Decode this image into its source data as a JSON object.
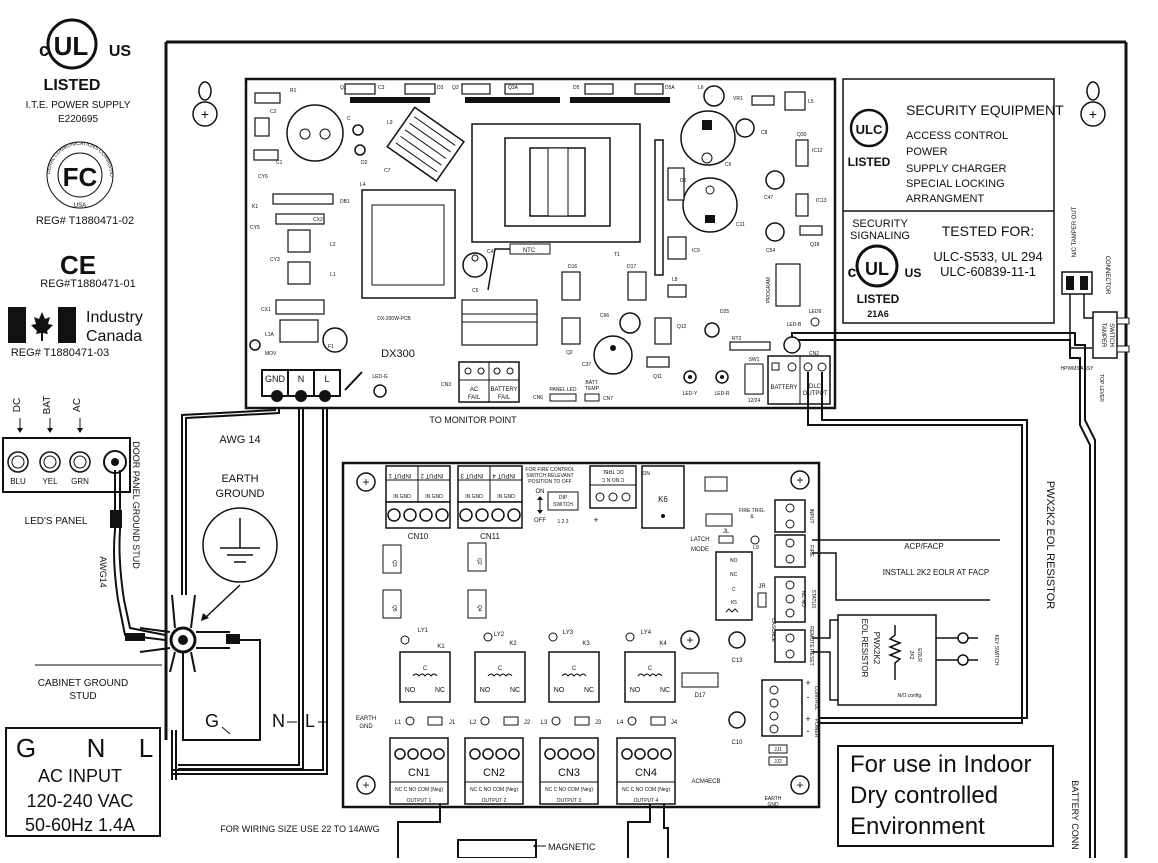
{
  "logos": {
    "cul_left": {
      "c": "c",
      "ul": "UL",
      "us": "US",
      "listed": "LISTED"
    },
    "ite_line1": "I.T.E. POWER SUPPLY",
    "ite_line2": "E220695",
    "fcc": {
      "ring": "FEDERAL COMMUNICATIONS COMMISSION",
      "usa": "USA",
      "mark": "FC"
    },
    "fcc_reg": "REG# T1880471-02",
    "ce_mark": "CE",
    "ce_reg": "REG#T1880471-01",
    "ic_line1": "Industry",
    "ic_line2": "Canada",
    "ic_reg": "REG# T1880471-03"
  },
  "led_panel": {
    "arrows": [
      "DC",
      "BAT",
      "AC"
    ],
    "leds": [
      "BLU",
      "YEL",
      "GRN"
    ],
    "title": "LED'S PANEL",
    "door_stud": "DOOR PANEL GROUND STUD",
    "awg": "AWG14"
  },
  "ground": {
    "earth_line1": "EARTH",
    "earth_line2": "GROUND",
    "awg14": "AWG 14",
    "cabinet_line1": "CABINET GROUND",
    "cabinet_line2": "STUD",
    "g": "G",
    "n": "N",
    "l": "L"
  },
  "ac_input": {
    "g": "G",
    "n": "N",
    "l": "L",
    "line1": "AC INPUT",
    "line2": "120-240 VAC",
    "line3": "50-60Hz 1.4A"
  },
  "dx300": {
    "model": "DX300",
    "pcb": "DX-200W-PCB",
    "terminals": [
      "GND",
      "N",
      "L"
    ],
    "monitor": "TO MONITOR POINT",
    "ac_fail": [
      "AC",
      "FAIL"
    ],
    "battery_fail": [
      "BATTERY",
      "FAIL"
    ],
    "cn3": "CN3",
    "cn6": "CN6",
    "panel_led": "PANEL LED",
    "batt_temp": [
      "BATT.",
      "TEMP"
    ],
    "cn7": "CN7",
    "battery": "BATTERY",
    "dlc": [
      "DLC",
      "OUTPUT"
    ],
    "sw1": "SW1",
    "v1224": "12/24",
    "cn2": "CN2",
    "led_y": "LED-Y",
    "led_r": "LED-R",
    "led_g": "LED-G",
    "led_b": "LED-B",
    "led9": "LED9",
    "program": "PROGRAM",
    "ntc": "NTC",
    "labels": [
      "R1",
      "Q1",
      "C3",
      "D3",
      "Q3",
      "Q3A",
      "D5",
      "D5A",
      "L6",
      "VR1",
      "L5",
      "C2",
      "C",
      "Q30",
      "IC12",
      "C1",
      "D2",
      "C7",
      "L9",
      "C8",
      "C6",
      "CY6",
      "DB1",
      "L4",
      "K1",
      "CX2",
      "IC13",
      "CY5",
      "D6",
      "L2",
      "C47",
      "Q18",
      "CY3",
      "L1",
      "C4",
      "C11",
      "IC9",
      "T1",
      "C54",
      "D16",
      "D17",
      "C5",
      "L8",
      "CX1",
      "D25",
      "C66",
      "Q12",
      "RT2",
      "L1A",
      "F1",
      "MOV",
      "C37",
      "Q11",
      "Q2"
    ]
  },
  "ulc_box": {
    "ulc": "ULC",
    "listed": "LISTED",
    "title": "SECURITY EQUIPMENT",
    "items": [
      "ACCESS CONTROL",
      "POWER",
      "SUPPLY CHARGER",
      "SPECIAL LOCKING",
      "ARRANGMENT"
    ],
    "signal1": "SECURITY",
    "signal2": "SIGNALING",
    "tested": "TESTED FOR:",
    "std1": "ULC-S533, UL 294",
    "std2": "ULC-60839-11-1",
    "c": "c",
    "ul": "UL",
    "us": "US",
    "listed2": "LISTED",
    "code": "21A6"
  },
  "tamper": {
    "out": "N/C TAMPER OUT",
    "connector": "CONNECTOR",
    "switch": [
      "TAMPER",
      "SWITCH"
    ],
    "hpwm": "HPWM3 ASSY",
    "top": "TOP LEVER"
  },
  "acm": {
    "model": "ACM4ECB",
    "input_labels": [
      "INPUT 1",
      "INPUT 2",
      "INPUT 3",
      "INPUT 4"
    ],
    "in_gnd": "IN GND",
    "cn10": "CN10",
    "cn11": "CN11",
    "fire_note": [
      "FOR FIRE CONTROL",
      "SWITCH RELEVANT",
      "POSITION TO OFF"
    ],
    "on": "ON",
    "off": "OFF",
    "dip": [
      "DIP",
      "SWITCH"
    ],
    "dip_nums": "1 2 3",
    "dc_trbl": [
      "DC TRBL",
      "C  NO  N C"
    ],
    "k6": "K6",
    "fire_trig": [
      "FIRE TRIG.",
      "&"
    ],
    "jl": "JL",
    "l9": "L9",
    "latch": [
      "LATCH",
      "MODE"
    ],
    "k5_labels": [
      "NO",
      "NC",
      "C",
      "K5"
    ],
    "jr": "JR",
    "cascade": "CASCADE",
    "q_labels": [
      "Q3",
      "Q2",
      "Q5",
      "Q4"
    ],
    "relays": [
      {
        "ly": "LY1",
        "k": "K1"
      },
      {
        "ly": "LY2",
        "k": "K2"
      },
      {
        "ly": "LY3",
        "k": "K3"
      },
      {
        "ly": "LY4",
        "k": "K4"
      }
    ],
    "c13": "C13",
    "c10": "C10",
    "d17": "D17",
    "l_labels": [
      [
        "L1",
        "J1"
      ],
      [
        "L2",
        "J2"
      ],
      [
        "L3",
        "J3"
      ],
      [
        "L4",
        "J4"
      ]
    ],
    "cn": [
      "CN1",
      "CN2",
      "CN3",
      "CN4"
    ],
    "cn_pins": "NC C NO COM (Neg)",
    "outputs": [
      "OUTPUT 1",
      "OUTPUT 2",
      "OUTPUT 3",
      "OUTPUT 4"
    ],
    "earth_gnd": [
      "EARTH",
      "GND"
    ],
    "jj": [
      "JJ1",
      "JJ2"
    ],
    "side_terms": [
      "INPUT",
      "FIRE",
      "STATUS",
      "REMOTE RESET",
      "CONTROL",
      "POWER"
    ],
    "nc_no": "NC NO",
    "plus_minus": [
      "+",
      "-"
    ]
  },
  "right_notes": {
    "acp": "ACP/FACP",
    "install": "INSTALL 2K2 EOLR AT FACP",
    "pwx": "PWX2K2 EOL RESISTOR",
    "eol_box": [
      "PWX2K2",
      "EOL RESISTOR"
    ],
    "eolr": [
      "EOLR",
      "2K2"
    ],
    "no_config": "N/O config.",
    "key_switch": "KEY SWITCH",
    "battery_conn": "BATTERY CONN"
  },
  "indoor": [
    "For use in Indoor",
    "Dry controlled",
    "Environment"
  ],
  "bottom": {
    "wiring": "FOR WIRING SIZE USE 22 TO 14AWG",
    "magnetic": "MAGNETIC"
  }
}
